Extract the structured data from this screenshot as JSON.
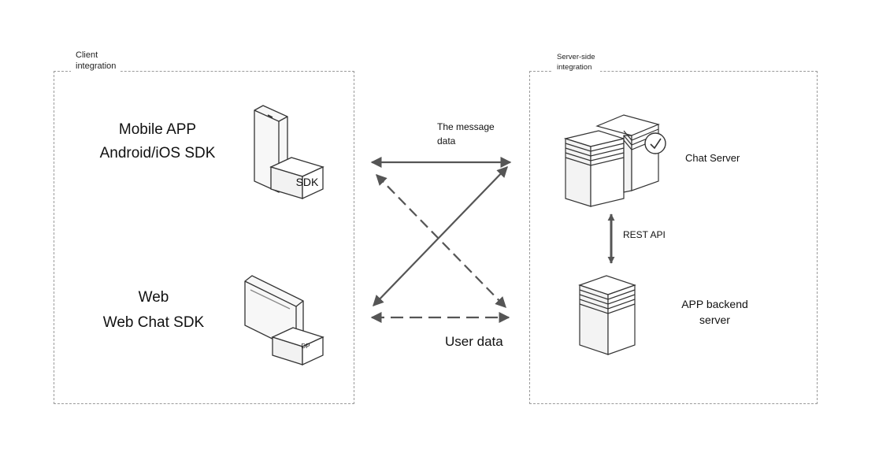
{
  "client": {
    "box_label_line1": "Client",
    "box_label_line2": "integration",
    "mobile_line1": "Mobile APP",
    "mobile_line2": "Android/iOS SDK",
    "sdk_label": "SDK",
    "web_line1": "Web",
    "web_line2": "Web Chat SDK",
    "dp_label": "DP"
  },
  "middle": {
    "message_line1": "The message",
    "message_line2": "data",
    "user_data": "User data"
  },
  "server": {
    "box_label_line1": "Server-side",
    "box_label_line2": "integration",
    "chat_server": "Chat Server",
    "rest_api": "REST API",
    "backend_line1": "APP backend",
    "backend_line2": "server"
  },
  "colors": {
    "line": "#555555",
    "dash_border": "#9a9a9a"
  }
}
